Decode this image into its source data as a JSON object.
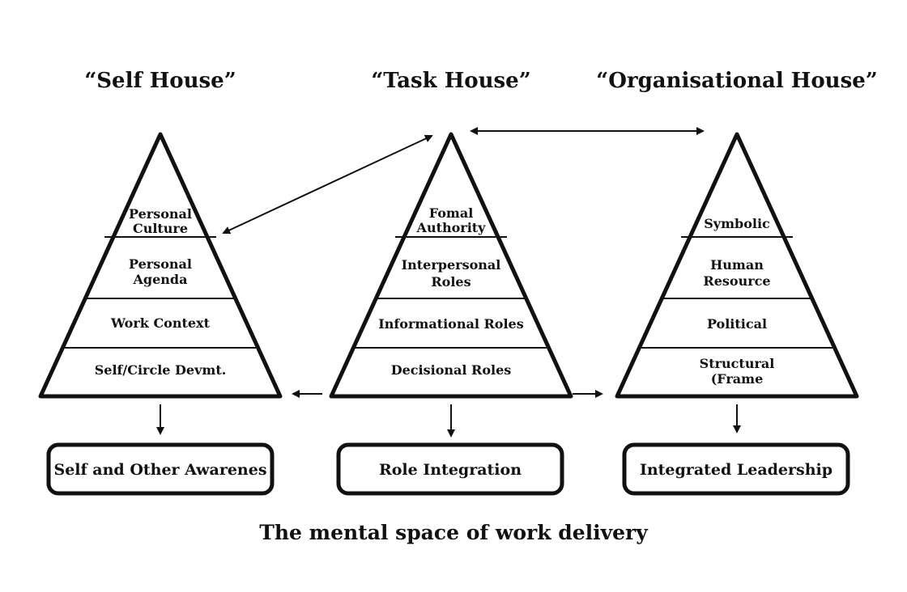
{
  "houses": [
    {
      "title": "“Self House”",
      "tiers": [
        [
          "Personal",
          "Culture"
        ],
        [
          "Personal",
          "Agenda"
        ],
        [
          "Work Context"
        ],
        [
          "Self/Circle Devmt."
        ]
      ],
      "outcome": "Self and Other Awarenes"
    },
    {
      "title": "“Task House”",
      "tiers": [
        [
          "Fomal",
          "Authority"
        ],
        [
          "Interpersonal",
          "Roles"
        ],
        [
          "Informational Roles"
        ],
        [
          "Decisional Roles"
        ]
      ],
      "outcome": "Role Integration"
    },
    {
      "title": "“Organisational House”",
      "tiers": [
        [
          "Symbolic"
        ],
        [
          "Human",
          "Resource"
        ],
        [
          "Political"
        ],
        [
          "Structural",
          "(Frame"
        ]
      ],
      "outcome": "Integrated Leadership"
    }
  ],
  "caption": "The mental space of work delivery"
}
